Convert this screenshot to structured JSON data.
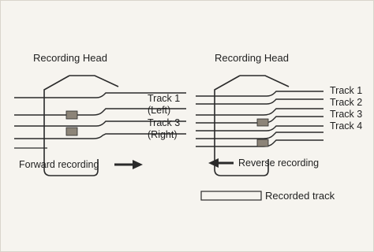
{
  "diagram": {
    "left_panel": {
      "head_label": "Recording Head",
      "track_labels": [
        "Track 1",
        "(Left)",
        "Track 3",
        "(Right)"
      ],
      "direction_label": "Forward recording"
    },
    "right_panel": {
      "head_label": "Recording Head",
      "track_labels": [
        "Track 1",
        "Track 2",
        "Track 3",
        "Track 4"
      ],
      "direction_label": "Reverse recording"
    },
    "legend": {
      "label": "Recorded track"
    },
    "colors": {
      "line": "#2a2a2a",
      "gap_fill": "#8c8478",
      "paper": "#f6f4ef"
    }
  }
}
